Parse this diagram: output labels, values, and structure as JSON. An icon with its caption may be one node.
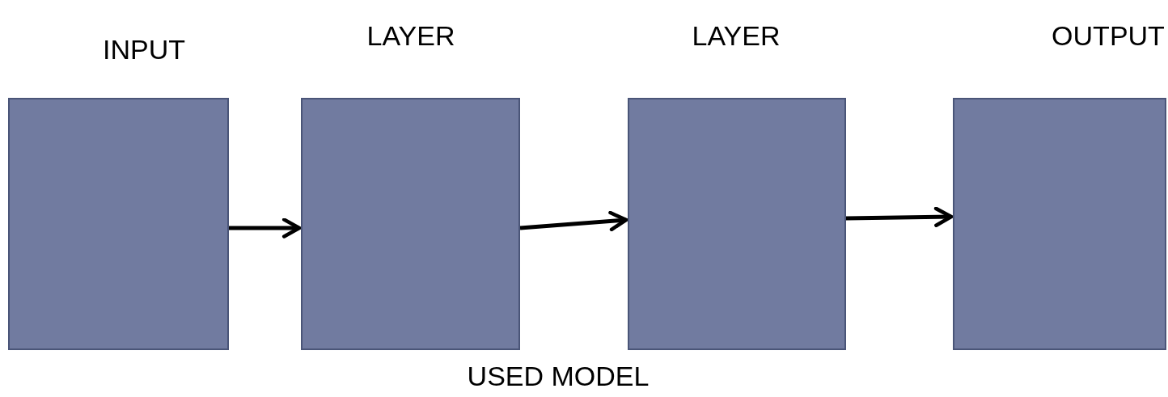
{
  "diagram": {
    "caption": "USED MODEL",
    "nodes": [
      {
        "text": [
          "INPUT"
        ]
      },
      {
        "text": [
          "LAYER"
        ]
      },
      {
        "text": [
          "LAYER"
        ]
      },
      {
        "text": [
          "OUTPUT"
        ]
      }
    ],
    "edges": [
      {
        "from": 0,
        "to": 1,
        "arrow": "to"
      },
      {
        "from": 1,
        "to": 2,
        "arrow": "to"
      },
      {
        "from": 2,
        "to": 3,
        "arrow": "to"
      }
    ]
  }
}
